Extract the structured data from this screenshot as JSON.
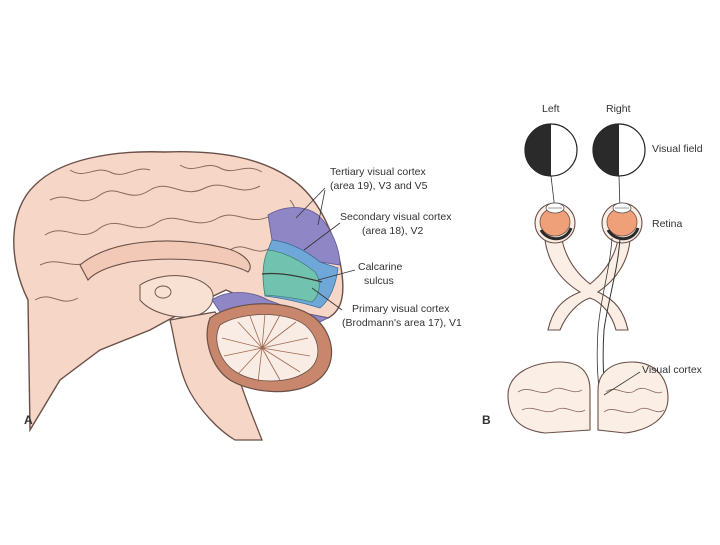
{
  "panels": {
    "a_letter": "A",
    "b_letter": "B"
  },
  "panel_a": {
    "tertiary_line1": "Tertiary visual cortex",
    "tertiary_line2": "(area 19), V3 and V5",
    "secondary_line1": "Secondary visual cortex",
    "secondary_line2": "(area 18), V2",
    "calcarine_line1": "Calcarine",
    "calcarine_line2": "sulcus",
    "primary_line1": "Primary visual cortex",
    "primary_line2": "(Brodmann's area 17), V1"
  },
  "panel_b": {
    "left": "Left",
    "right": "Right",
    "visual_field": "Visual field",
    "retina": "Retina",
    "visual_cortex": "Visual cortex"
  },
  "colors": {
    "brain_pink": "#f6d6c6",
    "outline": "#6a5048",
    "tertiary_purple": "#8f86c6",
    "secondary_blue": "#6fa8d8",
    "primary_teal": "#72c2b0",
    "cerebellum": "#c8876c",
    "retina_orange": "#f0a078",
    "field_dark": "#2a2a2a"
  }
}
